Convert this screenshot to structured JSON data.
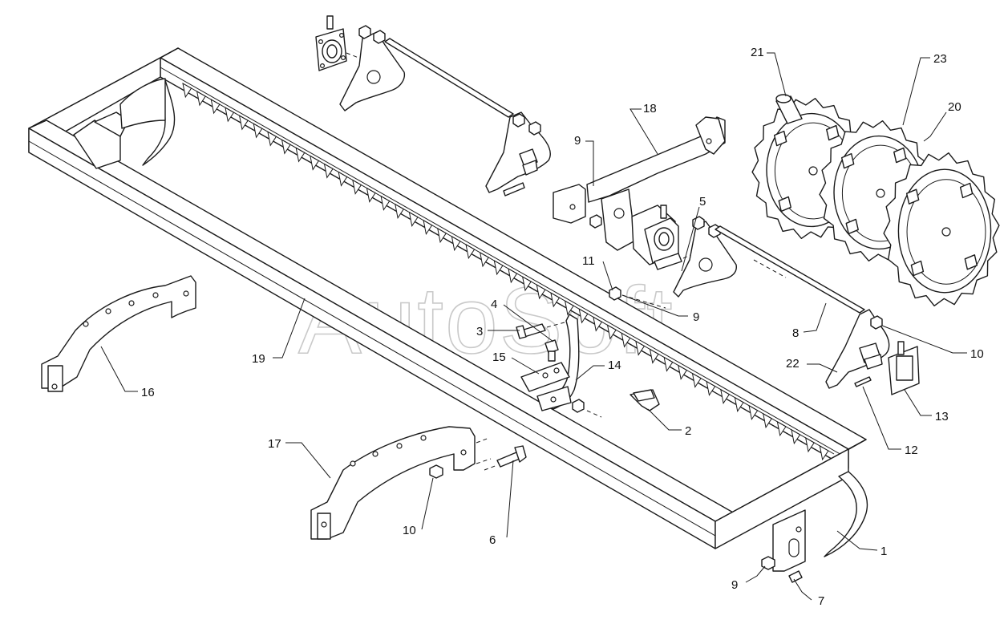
{
  "watermark": "AutoSoft",
  "callouts": [
    {
      "id": "c1",
      "label": "1"
    },
    {
      "id": "c2",
      "label": "2"
    },
    {
      "id": "c3",
      "label": "3"
    },
    {
      "id": "c4",
      "label": "4"
    },
    {
      "id": "c5",
      "label": "5"
    },
    {
      "id": "c6",
      "label": "6"
    },
    {
      "id": "c7",
      "label": "7"
    },
    {
      "id": "c8",
      "label": "8"
    },
    {
      "id": "c9a",
      "label": "9"
    },
    {
      "id": "c9b",
      "label": "9"
    },
    {
      "id": "c9c",
      "label": "9"
    },
    {
      "id": "c10a",
      "label": "10"
    },
    {
      "id": "c10b",
      "label": "10"
    },
    {
      "id": "c11",
      "label": "11"
    },
    {
      "id": "c12",
      "label": "12"
    },
    {
      "id": "c13",
      "label": "13"
    },
    {
      "id": "c14",
      "label": "14"
    },
    {
      "id": "c15",
      "label": "15"
    },
    {
      "id": "c16",
      "label": "16"
    },
    {
      "id": "c17",
      "label": "17"
    },
    {
      "id": "c18",
      "label": "18"
    },
    {
      "id": "c19",
      "label": "19"
    },
    {
      "id": "c20",
      "label": "20"
    },
    {
      "id": "c21",
      "label": "21"
    },
    {
      "id": "c22",
      "label": "22"
    },
    {
      "id": "c23",
      "label": "23"
    }
  ]
}
